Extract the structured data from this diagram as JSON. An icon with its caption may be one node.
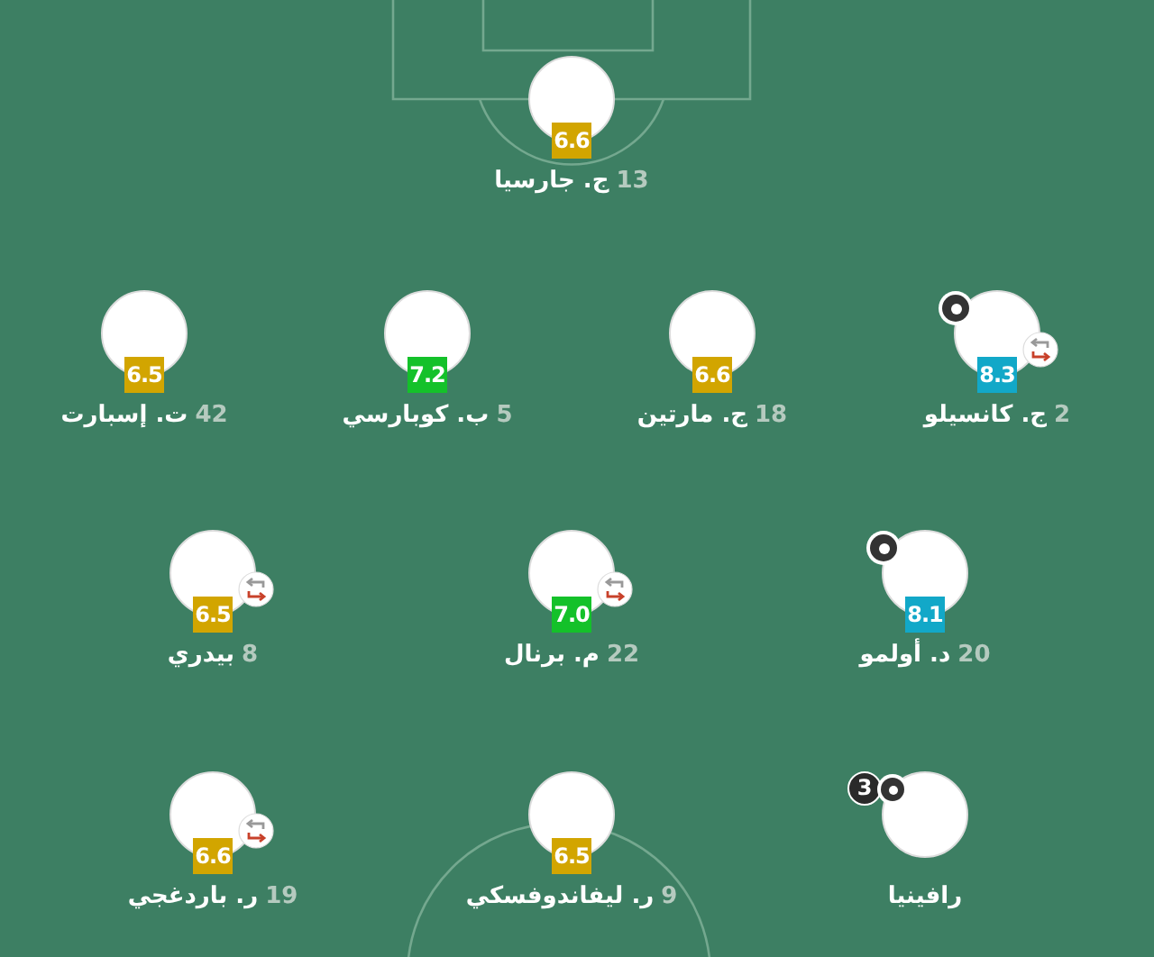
{
  "diagram": {
    "nodes": [
      {
        "text": [
          "6.6"
        ],
        "beside": [
          "13",
          "ج. جارسيا"
        ]
      },
      {
        "text": [
          "6.5"
        ],
        "beside": [
          "42",
          "ت. إسبارت"
        ]
      },
      {
        "text": [
          "7.2"
        ],
        "beside": [
          "5",
          "ب. كوبارسي"
        ]
      },
      {
        "text": [
          "6.6"
        ],
        "beside": [
          "18",
          "ج. مارتين"
        ]
      },
      {
        "text": [
          "8.3"
        ],
        "beside": [
          "2",
          "ج. كانسيلو"
        ]
      },
      {
        "text": [
          "6.5"
        ],
        "beside": [
          "8",
          "بيدري"
        ]
      },
      {
        "text": [
          "7.0"
        ],
        "beside": [
          "22",
          "م. برنال"
        ]
      },
      {
        "text": [
          "8.1"
        ],
        "beside": [
          "20",
          "د. أولمو"
        ]
      },
      {
        "text": [
          "6.6"
        ],
        "beside": [
          "19",
          "ر. باردغجي"
        ]
      },
      {
        "text": [
          "6.5"
        ],
        "beside": [
          "9",
          "ر. ليفاندوفسكي"
        ]
      },
      {
        "text": [],
        "shape": "circle",
        "beside": [
          "رافينيا"
        ]
      }
    ],
    "labels": [
      "3"
    ]
  }
}
